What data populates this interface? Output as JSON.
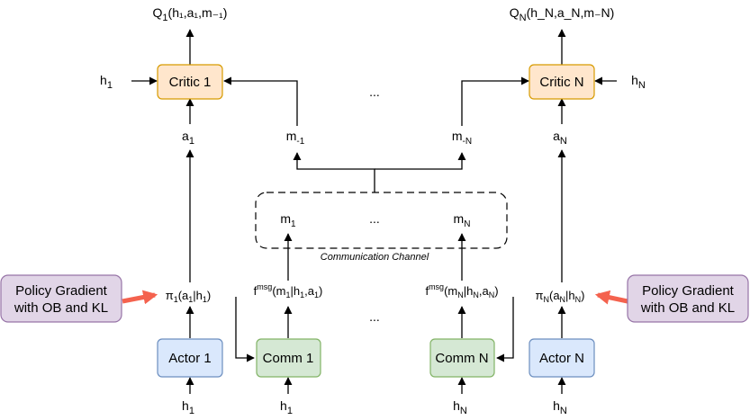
{
  "critics": [
    {
      "label": "Critic 1",
      "q_main": "Q",
      "q_sub": "1",
      "q_args": "(h₁,a₁,m₋₁)",
      "h_main": "h",
      "h_sub": "1"
    },
    {
      "label": "Critic N",
      "q_main": "Q",
      "q_sub": "N",
      "q_args": "(h_N,a_N,m₋N)",
      "h_main": "h",
      "h_sub": "N"
    }
  ],
  "actions": [
    {
      "main": "a",
      "sub": "1"
    },
    {
      "main": "a",
      "sub": "N"
    }
  ],
  "messages_in": [
    {
      "main": "m",
      "sub": "-1"
    },
    {
      "main": "m",
      "sub": "-N"
    }
  ],
  "channel": {
    "label": "Communication Channel",
    "m1_main": "m",
    "m1_sub": "1",
    "mN_main": "m",
    "mN_sub": "N",
    "ellipsis": "..."
  },
  "top_ellipsis": "...",
  "bottom_ellipsis": "...",
  "policies": [
    {
      "main": "π",
      "sub": "1",
      "args_open": "(a",
      "a_sub": "1",
      "bar": "|h",
      "h_sub": "1",
      "close": ")"
    },
    {
      "main": "π",
      "sub": "N",
      "args_open": "(a",
      "a_sub": "N",
      "bar": "|h",
      "h_sub": "N",
      "close": ")"
    }
  ],
  "fmsgs": [
    {
      "main": "f",
      "sup": "msg",
      "m_open": "(m",
      "m_sub": "1",
      "bar": "|h",
      "h_sub": "1",
      "a": ",a",
      "a_sub": "1",
      "close": ")"
    },
    {
      "main": "f",
      "sup": "msg",
      "m_open": "(m",
      "m_sub": "N",
      "bar": "|h",
      "h_sub": "N",
      "a": ",a",
      "a_sub": "N",
      "close": ")"
    }
  ],
  "actors": [
    {
      "label": "Actor 1"
    },
    {
      "label": "Actor N"
    }
  ],
  "comms": [
    {
      "label": "Comm 1"
    },
    {
      "label": "Comm N"
    }
  ],
  "bottom_inputs": [
    {
      "main": "h",
      "sub": "1"
    },
    {
      "main": "h",
      "sub": "1"
    },
    {
      "main": "h",
      "sub": "N"
    },
    {
      "main": "h",
      "sub": "N"
    }
  ],
  "policy_gradient": [
    {
      "line1": "Policy Gradient",
      "line2": "with OB and KL"
    },
    {
      "line1": "Policy Gradient",
      "line2": "with OB and KL"
    }
  ],
  "colors": {
    "critic_fill": "#ffe6cc",
    "critic_stroke": "#d79b00",
    "actor_fill": "#dae8fc",
    "actor_stroke": "#6c8ebf",
    "comm_fill": "#d5e8d4",
    "comm_stroke": "#82b366",
    "pg_fill": "#e1d5e7",
    "pg_stroke": "#9673a6",
    "pg_arrow": "#f4624e"
  }
}
